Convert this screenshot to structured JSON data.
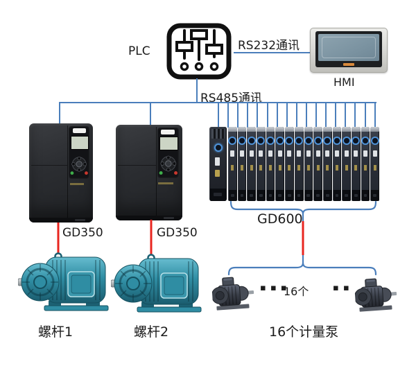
{
  "diagram": {
    "plc": {
      "label": "PLC"
    },
    "hmi": {
      "label": "HMI"
    },
    "links": {
      "rs232": "RS232通讯",
      "rs485": "RS485通讯"
    },
    "drives": {
      "left": {
        "model": "GD350"
      },
      "right": {
        "model": "GD350"
      }
    },
    "rack": {
      "model": "GD600",
      "module_count": 16,
      "bus_drop_count": 17
    },
    "motors": {
      "left": "螺杆1",
      "right": "螺杆2"
    },
    "pumps": {
      "count_label": "16个",
      "caption": "16个计量泵",
      "dots_left": "▪ ▪ ▪",
      "dots_right": "▪ ▪"
    },
    "colors": {
      "bus": "#4a7ebb",
      "power_line": "#e8251f",
      "motor_body": "#2d8ca3",
      "hmi_screen": "#7e93a1",
      "drive_body": "#2b2d31",
      "module_ring": "#4e92d8"
    }
  }
}
